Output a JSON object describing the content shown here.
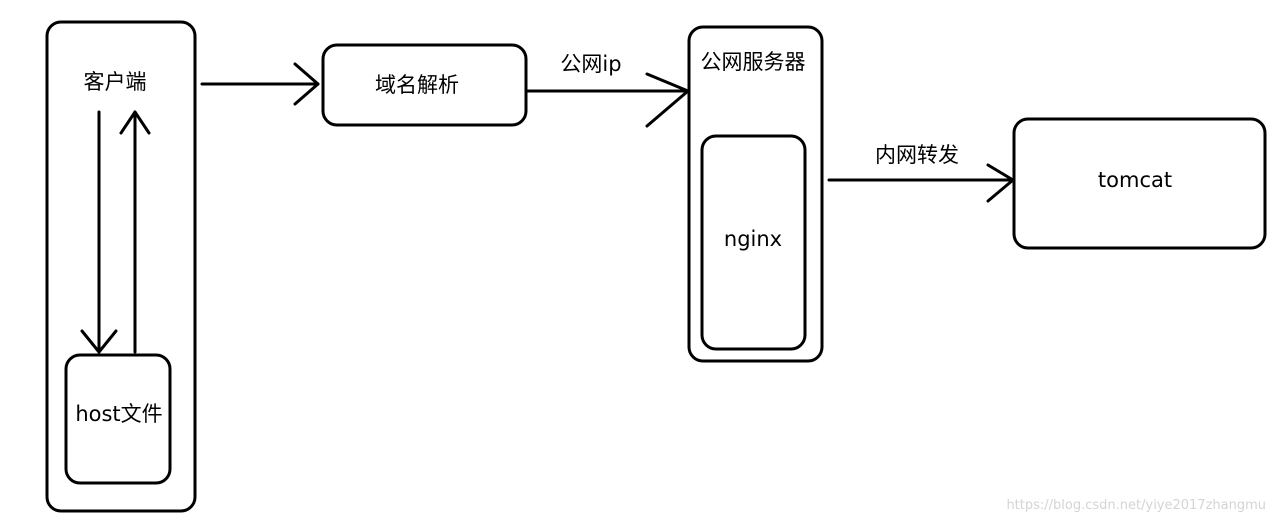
{
  "nodes": {
    "client": {
      "label": "客户端"
    },
    "host_file": {
      "label": "host文件"
    },
    "dns": {
      "label": "域名解析"
    },
    "public_server": {
      "label": "公网服务器"
    },
    "nginx": {
      "label": "nginx"
    },
    "tomcat": {
      "label": "tomcat"
    }
  },
  "edges": {
    "client_to_dns": {
      "label": ""
    },
    "dns_to_server": {
      "label": "公网ip"
    },
    "nginx_to_tomcat": {
      "label": "内网转发"
    }
  },
  "watermark": "https://blog.csdn.net/yiye2017zhangmu"
}
